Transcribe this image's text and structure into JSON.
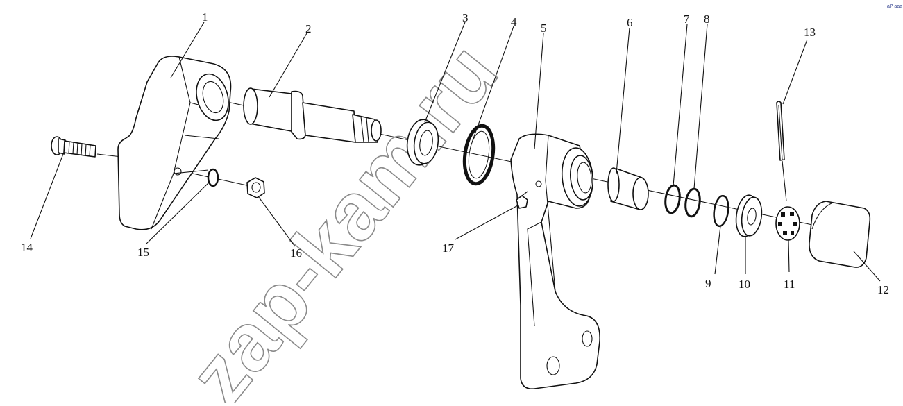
{
  "watermark": {
    "text": "zap-kam.ru"
  },
  "corner_mark": {
    "text": "aP aaa"
  },
  "callouts": [
    "1",
    "2",
    "3",
    "4",
    "5",
    "6",
    "7",
    "8",
    "9",
    "10",
    "11",
    "12",
    "13",
    "14",
    "15",
    "16",
    "17"
  ]
}
